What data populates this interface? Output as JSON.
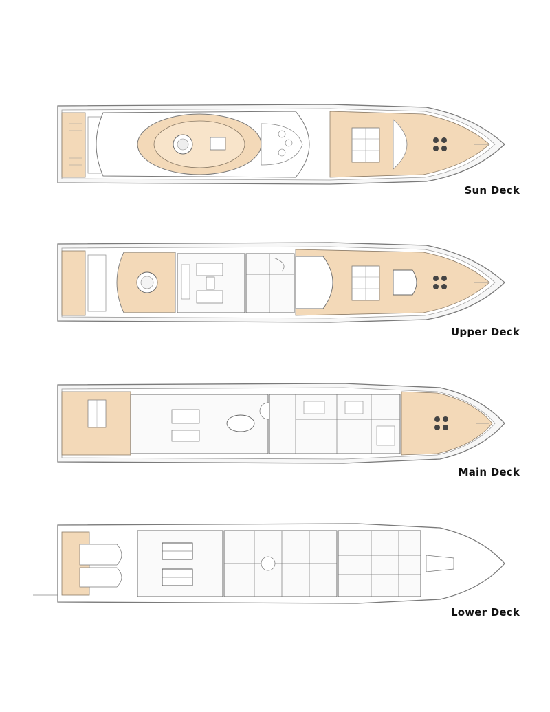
{
  "decks": [
    {
      "id": "sun",
      "label": "Sun Deck"
    },
    {
      "id": "upper",
      "label": "Upper Deck"
    },
    {
      "id": "main",
      "label": "Main Deck"
    },
    {
      "id": "lower",
      "label": "Lower Deck"
    }
  ],
  "colors": {
    "deck_wood": "#f3d9b8",
    "line": "#6b6b6b",
    "hull": "#e9e9e9",
    "interior": "#fafafa"
  }
}
